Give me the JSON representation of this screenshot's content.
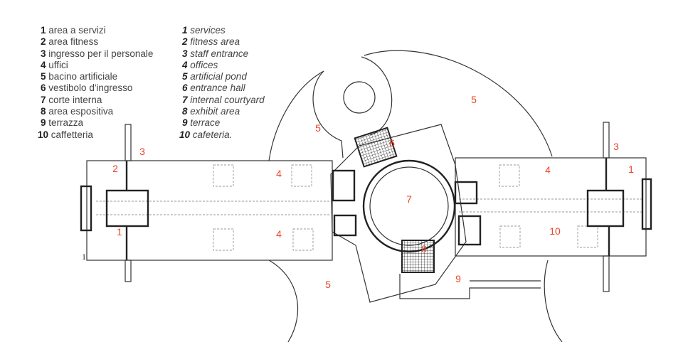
{
  "legend_italian": [
    {
      "num": "1",
      "text": "area a servizi"
    },
    {
      "num": "2",
      "text": "area fitness"
    },
    {
      "num": "3",
      "text": "ingresso per il personale"
    },
    {
      "num": "4",
      "text": "uffici"
    },
    {
      "num": "5",
      "text": "bacino artificiale"
    },
    {
      "num": "6",
      "text": "vestibolo d'ingresso"
    },
    {
      "num": "7",
      "text": "corte interna"
    },
    {
      "num": "8",
      "text": "area espositiva"
    },
    {
      "num": "9",
      "text": "terrazza"
    },
    {
      "num": "10",
      "text": "caffetteria"
    }
  ],
  "legend_english": [
    {
      "num": "1",
      "text": "services"
    },
    {
      "num": "2",
      "text": "fitness area"
    },
    {
      "num": "3",
      "text": "staff entrance"
    },
    {
      "num": "4",
      "text": "offices"
    },
    {
      "num": "5",
      "text": "artificial pond"
    },
    {
      "num": "6",
      "text": "entrance hall"
    },
    {
      "num": "7",
      "text": "internal courtyard"
    },
    {
      "num": "8",
      "text": "exhibit area"
    },
    {
      "num": "9",
      "text": "terrace"
    },
    {
      "num": "10",
      "text": "cafeteria."
    }
  ],
  "plan_labels": {
    "staff_entrance_left": "3",
    "fitness_left": "2",
    "services_left": "1",
    "offices_top_left": "4",
    "offices_bottom_left": "4",
    "pond_left": "5",
    "pond_top": "5",
    "pond_bottom": "5",
    "entrance_hall": "6",
    "courtyard": "7",
    "exhibit": "8",
    "terrace": "9",
    "offices_right": "4",
    "cafeteria": "10",
    "staff_entrance_right": "3",
    "services_right": "1",
    "section_mark": "1"
  },
  "colors": {
    "label": "#e8452c",
    "line": "#333333"
  }
}
